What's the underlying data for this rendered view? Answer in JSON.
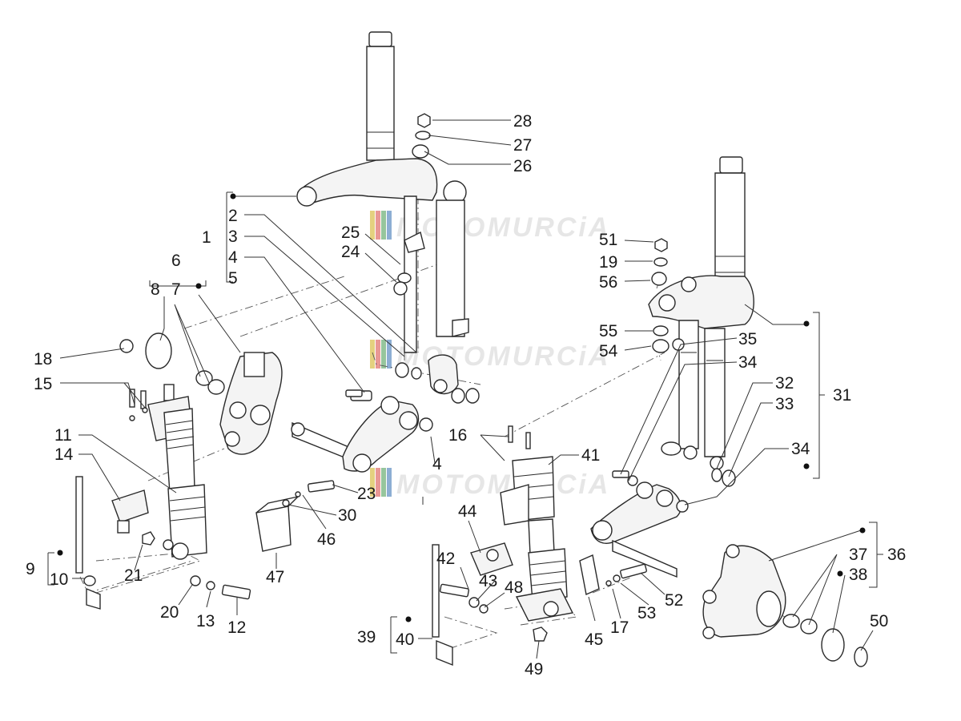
{
  "watermark": {
    "text": "MOTOMURCiA",
    "stripe_colors": [
      "#c9a400",
      "#d4322c",
      "#2e8b3a",
      "#1b5ea8"
    ]
  },
  "callouts": [
    {
      "id": "c1",
      "text": "1"
    },
    {
      "id": "c2",
      "text": "2"
    },
    {
      "id": "c3",
      "text": "3"
    },
    {
      "id": "c4",
      "text": "4"
    },
    {
      "id": "c5",
      "text": "5"
    },
    {
      "id": "c6",
      "text": "6"
    },
    {
      "id": "c7",
      "text": "7"
    },
    {
      "id": "c8",
      "text": "8"
    },
    {
      "id": "c9",
      "text": "9"
    },
    {
      "id": "c10",
      "text": "10"
    },
    {
      "id": "c11",
      "text": "11"
    },
    {
      "id": "c12",
      "text": "12"
    },
    {
      "id": "c13",
      "text": "13"
    },
    {
      "id": "c14",
      "text": "14"
    },
    {
      "id": "c15",
      "text": "15"
    },
    {
      "id": "c16",
      "text": "16"
    },
    {
      "id": "c17",
      "text": "17"
    },
    {
      "id": "c18",
      "text": "18"
    },
    {
      "id": "c19",
      "text": "19"
    },
    {
      "id": "c20",
      "text": "20"
    },
    {
      "id": "c21",
      "text": "21"
    },
    {
      "id": "c23",
      "text": "23"
    },
    {
      "id": "c24",
      "text": "24"
    },
    {
      "id": "c25",
      "text": "25"
    },
    {
      "id": "c26",
      "text": "26"
    },
    {
      "id": "c27",
      "text": "27"
    },
    {
      "id": "c28",
      "text": "28"
    },
    {
      "id": "c30",
      "text": "30"
    },
    {
      "id": "c31",
      "text": "31"
    },
    {
      "id": "c32",
      "text": "32"
    },
    {
      "id": "c33",
      "text": "33"
    },
    {
      "id": "c34a",
      "text": "34"
    },
    {
      "id": "c34b",
      "text": "34"
    },
    {
      "id": "c35",
      "text": "35"
    },
    {
      "id": "c36",
      "text": "36"
    },
    {
      "id": "c37",
      "text": "37"
    },
    {
      "id": "c38",
      "text": "38"
    },
    {
      "id": "c39",
      "text": "39"
    },
    {
      "id": "c40",
      "text": "40"
    },
    {
      "id": "c41",
      "text": "41"
    },
    {
      "id": "c42",
      "text": "42"
    },
    {
      "id": "c43",
      "text": "43"
    },
    {
      "id": "c44",
      "text": "44"
    },
    {
      "id": "c45",
      "text": "45"
    },
    {
      "id": "c46",
      "text": "46"
    },
    {
      "id": "c47",
      "text": "47"
    },
    {
      "id": "c48",
      "text": "48"
    },
    {
      "id": "c49",
      "text": "49"
    },
    {
      "id": "c50",
      "text": "50"
    },
    {
      "id": "c51",
      "text": "51"
    },
    {
      "id": "c52",
      "text": "52"
    },
    {
      "id": "c53",
      "text": "53"
    },
    {
      "id": "c54",
      "text": "54"
    },
    {
      "id": "c55",
      "text": "55"
    },
    {
      "id": "c56",
      "text": "56"
    },
    {
      "id": "c4b",
      "text": "4"
    }
  ]
}
